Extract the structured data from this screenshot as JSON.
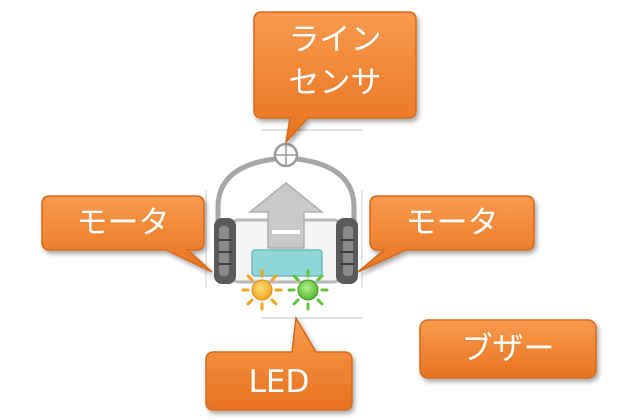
{
  "callouts": {
    "line_sensor": {
      "line1": "ライン",
      "line2": "センサ"
    },
    "motor_left": {
      "label": "モータ"
    },
    "motor_right": {
      "label": "モータ"
    },
    "led": {
      "label": "LED"
    },
    "buzzer": {
      "label": "ブザー"
    }
  },
  "colors": {
    "callout_fill_top": "#f89a4e",
    "callout_fill_bottom": "#e8731f",
    "callout_border": "#d46a1e",
    "callout_text": "#ffffff",
    "robot_outline": "#9a9a9a",
    "wheel": "#555555",
    "arrow": "#c8c8c8",
    "panel": "#8fd6d6",
    "led_orange": "#f2a31b",
    "led_green": "#5cc33a"
  }
}
